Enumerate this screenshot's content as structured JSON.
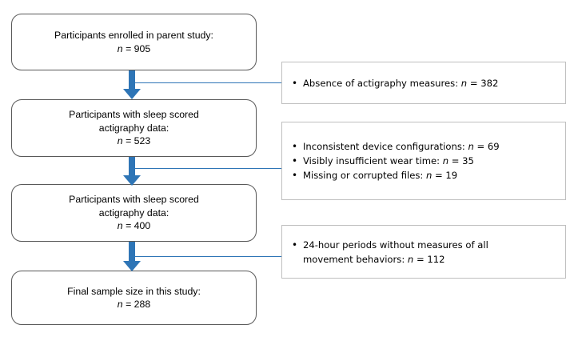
{
  "figure": {
    "type": "participant-flow-diagram",
    "accent_color": "#2E75B6",
    "box_border_color": "#595959",
    "exclusion_border_color": "#bfbfbf"
  },
  "flow_steps": [
    {
      "id": "enrolled",
      "label_line1": "Participants enrolled in parent study:",
      "label_line2": "",
      "n_symbol": "n",
      "n_value": "= 905"
    },
    {
      "id": "sleep-scored-523",
      "label_line1": "Participants with sleep scored",
      "label_line2": "actigraphy data:",
      "n_symbol": "n",
      "n_value": "= 523"
    },
    {
      "id": "sleep-scored-400",
      "label_line1": "Participants with sleep scored",
      "label_line2": "actigraphy data:",
      "n_symbol": "n",
      "n_value": "= 400"
    },
    {
      "id": "final-sample",
      "label_line1": "Final sample size in this study:",
      "label_line2": "",
      "n_symbol": "n",
      "n_value": "= 288"
    }
  ],
  "exclusions": [
    {
      "id": "exclusion-1",
      "bullets": [
        {
          "bullet": "•",
          "text_before": "Absence of actigraphy measures: ",
          "n_symbol": "n",
          "n_value": " = 382",
          "text_second_line": ""
        }
      ]
    },
    {
      "id": "exclusion-2",
      "bullets": [
        {
          "bullet": "•",
          "text_before": "Inconsistent device configurations: ",
          "n_symbol": "n",
          "n_value": " = 69",
          "text_second_line": ""
        },
        {
          "bullet": "•",
          "text_before": "Visibly insufficient wear time: ",
          "n_symbol": "n",
          "n_value": " = 35",
          "text_second_line": ""
        },
        {
          "bullet": "•",
          "text_before": "Missing or corrupted files: ",
          "n_symbol": "n",
          "n_value": " = 19",
          "text_second_line": ""
        }
      ]
    },
    {
      "id": "exclusion-3",
      "bullets": [
        {
          "bullet": "•",
          "text_before": "24-hour periods without measures of all",
          "n_symbol": "n",
          "n_value": " = 112",
          "text_second_line": "movement behaviors: "
        }
      ]
    }
  ],
  "arrows": [
    {
      "id": "arrow-1",
      "from": "enrolled",
      "to": "sleep-scored-523"
    },
    {
      "id": "arrow-2",
      "from": "sleep-scored-523",
      "to": "sleep-scored-400"
    },
    {
      "id": "arrow-3",
      "from": "sleep-scored-400",
      "to": "final-sample"
    }
  ]
}
